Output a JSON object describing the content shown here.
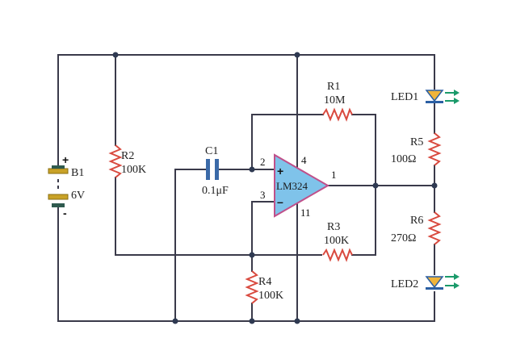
{
  "components": {
    "battery": {
      "name": "B1",
      "value": "6V",
      "plus": "+",
      "minus": "-"
    },
    "r1": {
      "name": "R1",
      "value": "10M"
    },
    "r2": {
      "name": "R2",
      "value": "100K"
    },
    "r3": {
      "name": "R3",
      "value": "100K"
    },
    "r4": {
      "name": "R4",
      "value": "100K"
    },
    "r5": {
      "name": "R5",
      "value": "100Ω"
    },
    "r6": {
      "name": "R6",
      "value": "270Ω"
    },
    "c1": {
      "name": "C1",
      "value": "0.1μF"
    },
    "opamp": {
      "name": "LM324",
      "plus": "+",
      "minus": "–"
    },
    "led1": {
      "name": "LED1"
    },
    "led2": {
      "name": "LED2"
    }
  },
  "pins": {
    "p1": "1",
    "p2": "2",
    "p3": "3",
    "p4": "4",
    "p11": "11"
  },
  "colors": {
    "wire": "#3a3a4a",
    "resistor": "#d94a3f",
    "capacitor": "#3b6aa8",
    "opamp_fill": "#7fc3ea",
    "opamp_stroke": "#c0508a",
    "battery_body": "#c9a227",
    "battery_cap": "#2f5a4e",
    "led_fill": "#f0b43a",
    "led_bar": "#2b5fa3",
    "arrow": "#1a9a6a"
  }
}
